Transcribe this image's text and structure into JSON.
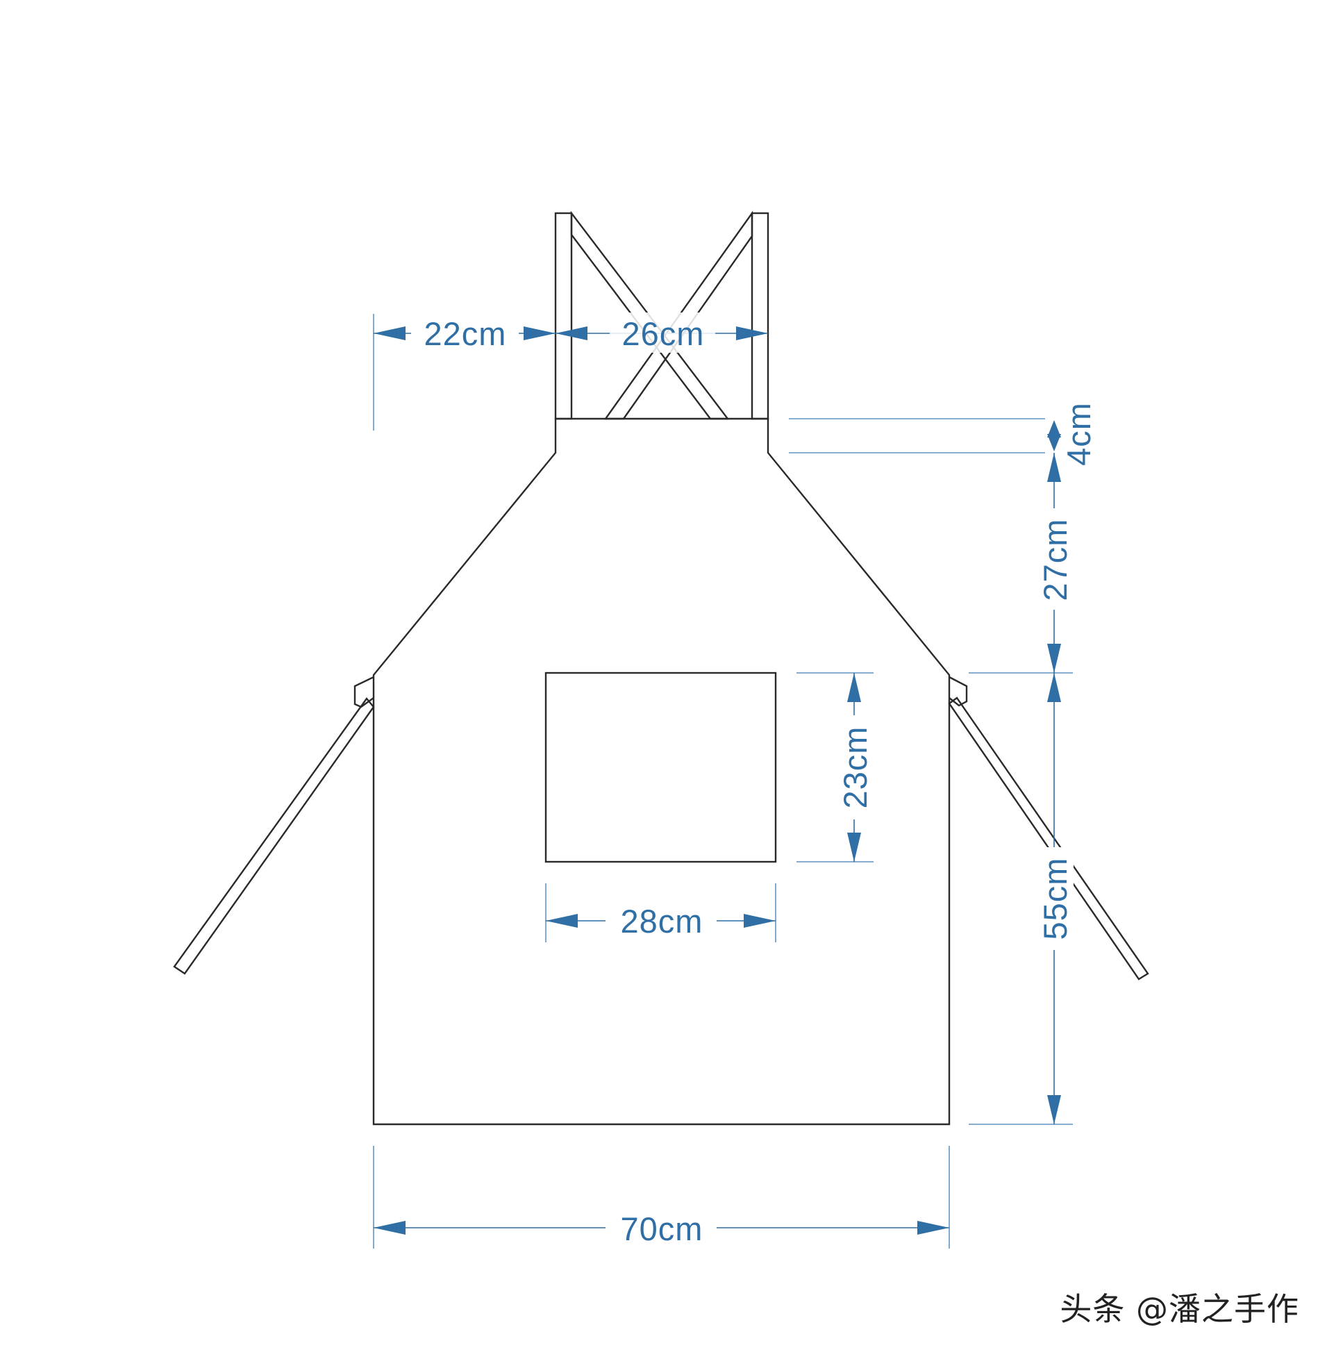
{
  "diagram": {
    "subject": "apron",
    "dimensions": {
      "strap_side_offset": "22cm",
      "neck_strap_span": "26cm",
      "top_band": "4cm",
      "bib_height": "27cm",
      "skirt_height": "55cm",
      "pocket_height": "23cm",
      "pocket_width": "28cm",
      "overall_width": "70cm"
    },
    "colors": {
      "outline": "#2a2a2a",
      "dimension": "#2f6fa6",
      "background": "#ffffff"
    }
  },
  "watermark": "头条 @潘之手作"
}
